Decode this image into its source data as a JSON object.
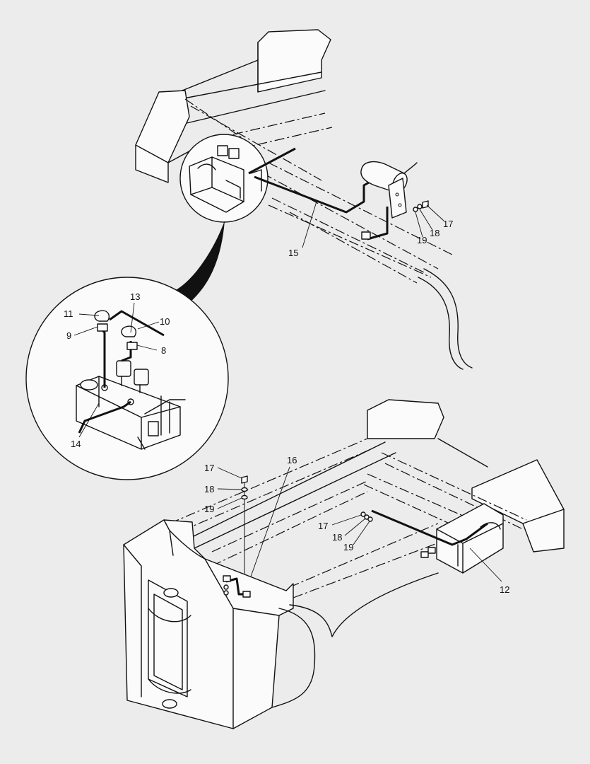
{
  "callouts": {
    "c15": "15",
    "c17a": "17",
    "c18a": "18",
    "c19a": "19",
    "c13": "13",
    "c11": "11",
    "c10": "10",
    "c9": "9",
    "c8": "8",
    "c14": "14",
    "c16": "16",
    "c17b": "17",
    "c18b": "18",
    "c19b": "19",
    "c17c": "17",
    "c18c": "18",
    "c19c": "19",
    "c12": "12"
  }
}
